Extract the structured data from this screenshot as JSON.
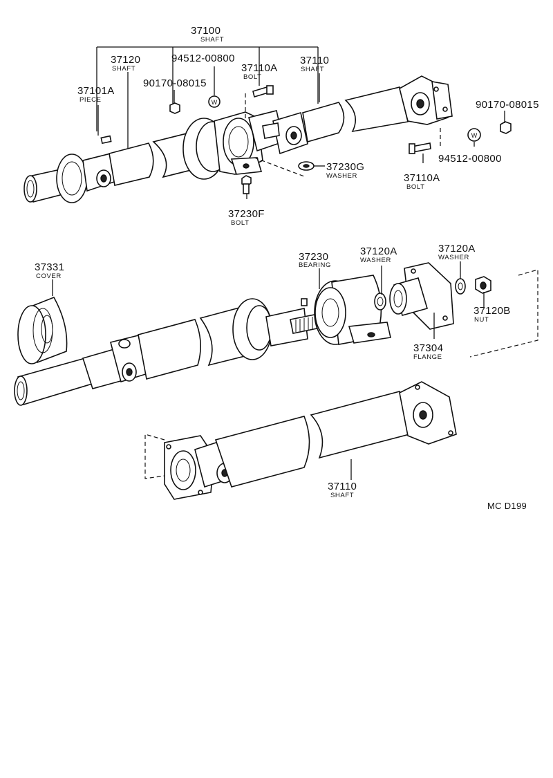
{
  "diagram_code": "MC  D199",
  "labels": {
    "l37100": {
      "num": "37100",
      "name": "SHAFT"
    },
    "l37120": {
      "num": "37120",
      "name": "SHAFT"
    },
    "l94512a": {
      "num": "94512-00800",
      "name": ""
    },
    "l37110a_top": {
      "num": "37110A",
      "name": "BOLT"
    },
    "l37110": {
      "num": "37110",
      "name": "SHAFT"
    },
    "l37101a": {
      "num": "37101A",
      "name": "PIECE"
    },
    "l90170a": {
      "num": "90170-08015",
      "name": ""
    },
    "l90170b": {
      "num": "90170-08015",
      "name": ""
    },
    "l94512b": {
      "num": "94512-00800",
      "name": ""
    },
    "l37110a_right": {
      "num": "37110A",
      "name": "BOLT"
    },
    "l37230g": {
      "num": "37230G",
      "name": "WASHER"
    },
    "l37230f": {
      "num": "37230F",
      "name": "BOLT"
    },
    "l37331": {
      "num": "37331",
      "name": "COVER"
    },
    "l37230": {
      "num": "37230",
      "name": "BEARING"
    },
    "l37120a1": {
      "num": "37120A",
      "name": "WASHER"
    },
    "l37120a2": {
      "num": "37120A",
      "name": "WASHER"
    },
    "l37120b": {
      "num": "37120B",
      "name": "NUT"
    },
    "l37304": {
      "num": "37304",
      "name": "FLANGE"
    },
    "l37110b": {
      "num": "37110",
      "name": "SHAFT"
    }
  },
  "washer_glyph": "W"
}
